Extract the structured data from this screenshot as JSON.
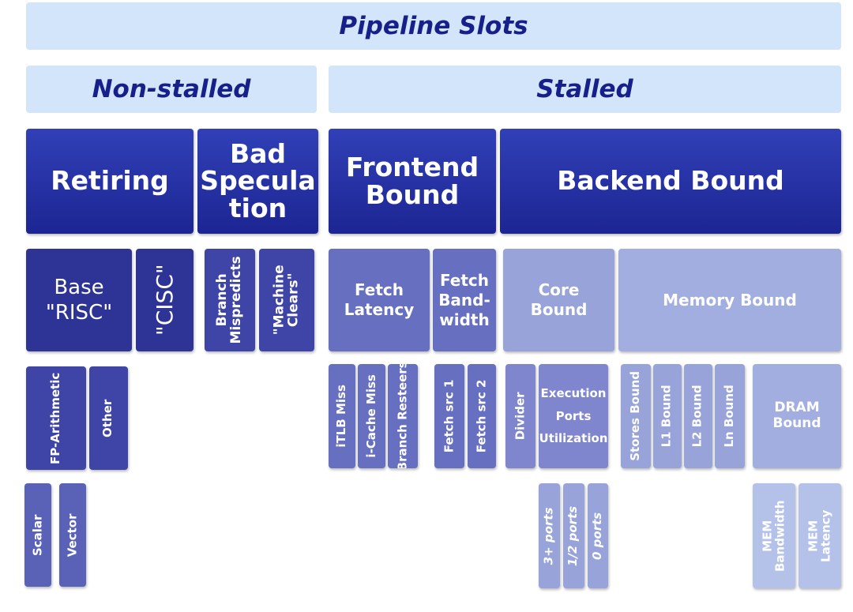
{
  "headers": {
    "pipeline_slots": "Pipeline Slots",
    "non_stalled": "Non-stalled",
    "stalled": "Stalled"
  },
  "level1": {
    "retiring": "Retiring",
    "bad_speculation": "Bad\nSpecula\ntion",
    "frontend_bound": "Frontend\nBound",
    "backend_bound": "Backend Bound"
  },
  "level2": {
    "base_risc": "Base\n\"RISC\"",
    "cisc": "\"CISC\"",
    "branch_mispredicts": "Branch\nMispredicts",
    "machine_clears": "\"Machine\nClears\"",
    "fetch_latency": "Fetch\nLatency",
    "fetch_bandwidth": "Fetch\nBand-\nwidth",
    "core_bound": "Core\nBound",
    "memory_bound": "Memory Bound"
  },
  "level3": {
    "fp_arithmetic": "FP-Arithmetic",
    "other": "Other",
    "itlb_miss": "iTLB Miss",
    "icache_miss": "i-Cache Miss",
    "branch_resteers": "Branch Resteers",
    "fetch_src_1": "Fetch src 1",
    "fetch_src_2": "Fetch src 2",
    "divider": "Divider",
    "execution_ports_utilization": "Execution\nPorts\nUtilization",
    "stores_bound": "Stores Bound",
    "l1_bound": "L1 Bound",
    "l2_bound": "L2 Bound",
    "ln_bound": "Ln Bound",
    "dram_bound": "DRAM\nBound"
  },
  "level4": {
    "scalar": "Scalar",
    "vector": "Vector",
    "ports_3plus": "3+ ports",
    "ports_1_2": "1/2 ports",
    "ports_0": "0 ports",
    "mem_bandwidth": "MEM\nBandwidth",
    "mem_latency": "MEM\nLatency"
  }
}
